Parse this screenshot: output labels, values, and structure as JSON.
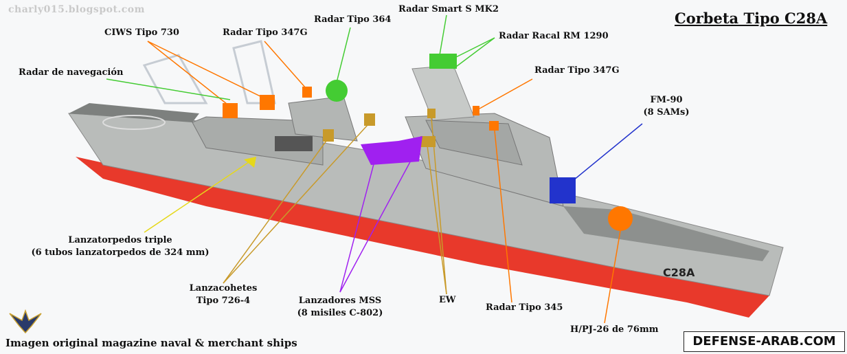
{
  "header": {
    "watermark": "charly015.blogspot.com",
    "title": "Corbeta Tipo C28A"
  },
  "ship": {
    "hull_marking": "C28A",
    "hull_color": "#e8392b",
    "superstructure_color": "#c9ccc9"
  },
  "colors": {
    "sensor_green": "#44cc33",
    "ciws_orange": "#ff7700",
    "missile_purple": "#a020f0",
    "sam_blue": "#2233cc",
    "torpedo_yellow": "#e6d81a",
    "ew_gold": "#c89a2a"
  },
  "labels": {
    "ciws": "CIWS Tipo 730",
    "radar_347g_fwd": "Radar Tipo 347G",
    "radar_364": "Radar Tipo 364",
    "radar_smart_s": "Radar Smart S MK2",
    "radar_racal": "Radar Racal RM 1290",
    "radar_347g_aft": "Radar Tipo 347G",
    "radar_nav": "Radar de navegación",
    "fm90_line1": "FM-90",
    "fm90_line2": "(8 SAMs)",
    "torpedo_line1": "Lanzatorpedos triple",
    "torpedo_line2": "(6 tubos lanzatorpedos de 324 mm)",
    "rocket_line1": "Lanzacohetes",
    "rocket_line2": "Tipo 726-4",
    "mss_line1": "Lanzadores MSS",
    "mss_line2": "(8 misiles C-802)",
    "ew": "EW",
    "radar_345": "Radar Tipo 345",
    "gun": "H/PJ-26 de 76mm"
  },
  "footer": {
    "credit": "Imagen original magazine naval & merchant ships",
    "brand": "DEFENSE-ARAB.COM"
  }
}
